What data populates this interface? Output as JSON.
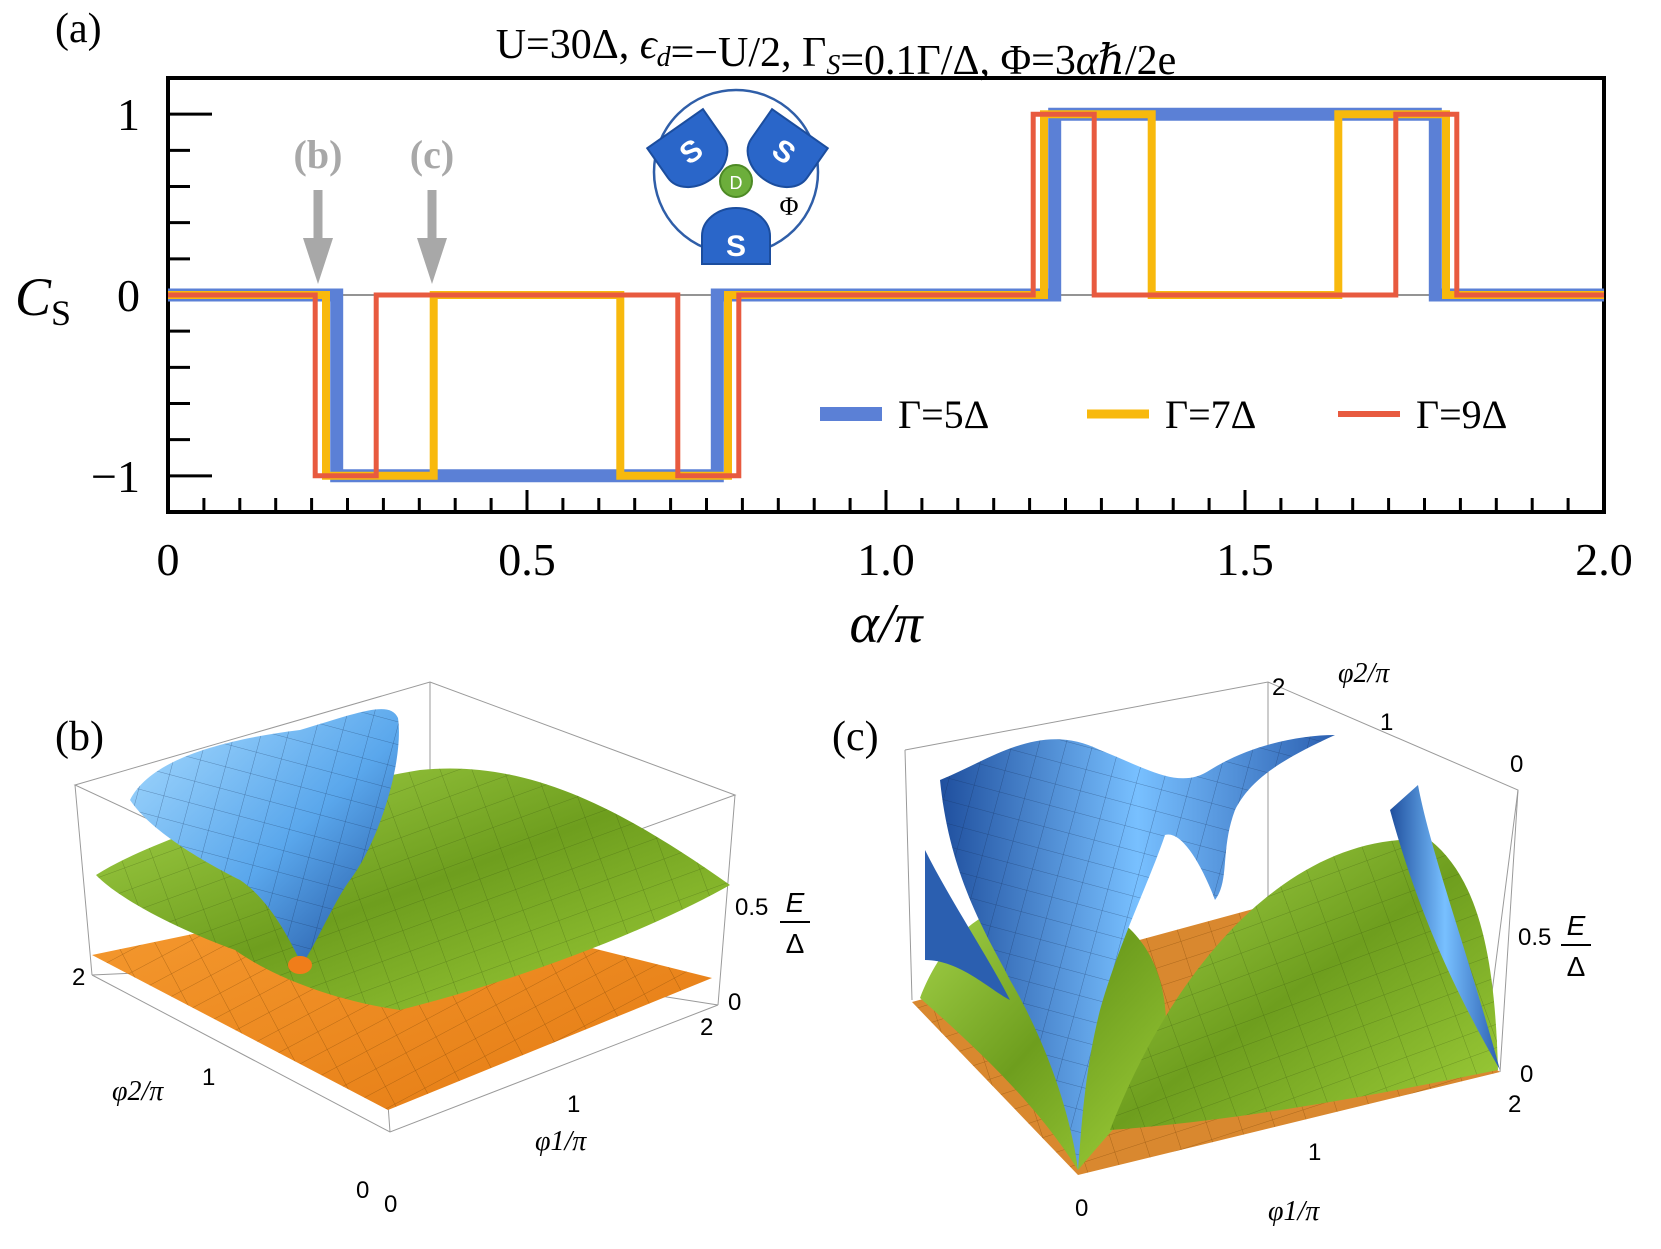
{
  "chart_data": [
    {
      "panel": "(a)",
      "type": "line",
      "title": "U=30Δ,  ϵd=−U/2,  ΓS=0.1Γ/Δ,  Φ=3αℏ/2e",
      "xlabel": "α/π",
      "ylabel": "CS",
      "xlim": [
        0,
        2
      ],
      "ylim": [
        -1.2,
        1.2
      ],
      "xticks": [
        "0",
        "0.5",
        "1.0",
        "1.5",
        "2.0"
      ],
      "yticks": [
        "−1",
        "0",
        "1"
      ],
      "legend_position": "bottom-right",
      "annotations": {
        "arrow_b": "(b)",
        "arrow_c": "(c)",
        "arrow_b_x": 0.215,
        "arrow_c_x": 0.37
      },
      "inset": {
        "sc_label": "S",
        "dot_label": "D",
        "flux_label": "Φ"
      },
      "series": [
        {
          "name": "Γ=5Δ",
          "color": "#5b80d6",
          "x": [
            0,
            0.235,
            0.235,
            0.765,
            0.765,
            1.235,
            1.235,
            1.765,
            1.765,
            2.0
          ],
          "y": [
            0,
            0,
            -1,
            -1,
            0,
            0,
            1,
            1,
            0,
            0
          ]
        },
        {
          "name": "Γ=7Δ",
          "color": "#f8b90d",
          "x": [
            0,
            0.22,
            0.22,
            0.37,
            0.37,
            0.63,
            0.63,
            0.78,
            0.78,
            1.22,
            1.22,
            1.37,
            1.37,
            1.63,
            1.63,
            1.78,
            1.78,
            2.0
          ],
          "y": [
            0,
            0,
            -1,
            -1,
            0,
            0,
            -1,
            -1,
            0,
            0,
            1,
            1,
            0,
            0,
            1,
            1,
            0,
            0
          ]
        },
        {
          "name": "Γ=9Δ",
          "color": "#e85a3f",
          "x": [
            0,
            0.205,
            0.205,
            0.29,
            0.29,
            0.71,
            0.71,
            0.795,
            0.795,
            1.205,
            1.205,
            1.29,
            1.29,
            1.71,
            1.71,
            1.795,
            1.795,
            2.0
          ],
          "y": [
            0,
            0,
            -1,
            -1,
            0,
            0,
            -1,
            -1,
            0,
            0,
            1,
            1,
            0,
            0,
            1,
            1,
            0,
            0
          ]
        }
      ]
    },
    {
      "panel": "(b)",
      "type": "surface3d",
      "xlabel": "φ1/π",
      "ylabel": "φ2/π",
      "zlabel_num": "E",
      "zlabel_den": "Δ",
      "xticks": [
        "0",
        "1",
        "2"
      ],
      "yticks": [
        "0",
        "1",
        "2"
      ],
      "zticks": [
        "0",
        "0.5"
      ],
      "surfaces": [
        {
          "name": "blue",
          "color": "#6aaee8"
        },
        {
          "name": "green",
          "color": "#7fb62a"
        },
        {
          "name": "orange",
          "color": "#f18a1f"
        }
      ]
    },
    {
      "panel": "(c)",
      "type": "surface3d",
      "xlabel": "φ1/π",
      "ylabel": "φ2/π",
      "zlabel_num": "E",
      "zlabel_den": "Δ",
      "xticks": [
        "0",
        "1",
        "2"
      ],
      "yticks": [
        "0",
        "1",
        "2"
      ],
      "zticks": [
        "0",
        "0.5"
      ],
      "surfaces": [
        {
          "name": "blue",
          "color": "#4f86d8"
        },
        {
          "name": "green",
          "color": "#7fb62a"
        },
        {
          "name": "orange",
          "color": "#e0892e"
        }
      ]
    }
  ]
}
